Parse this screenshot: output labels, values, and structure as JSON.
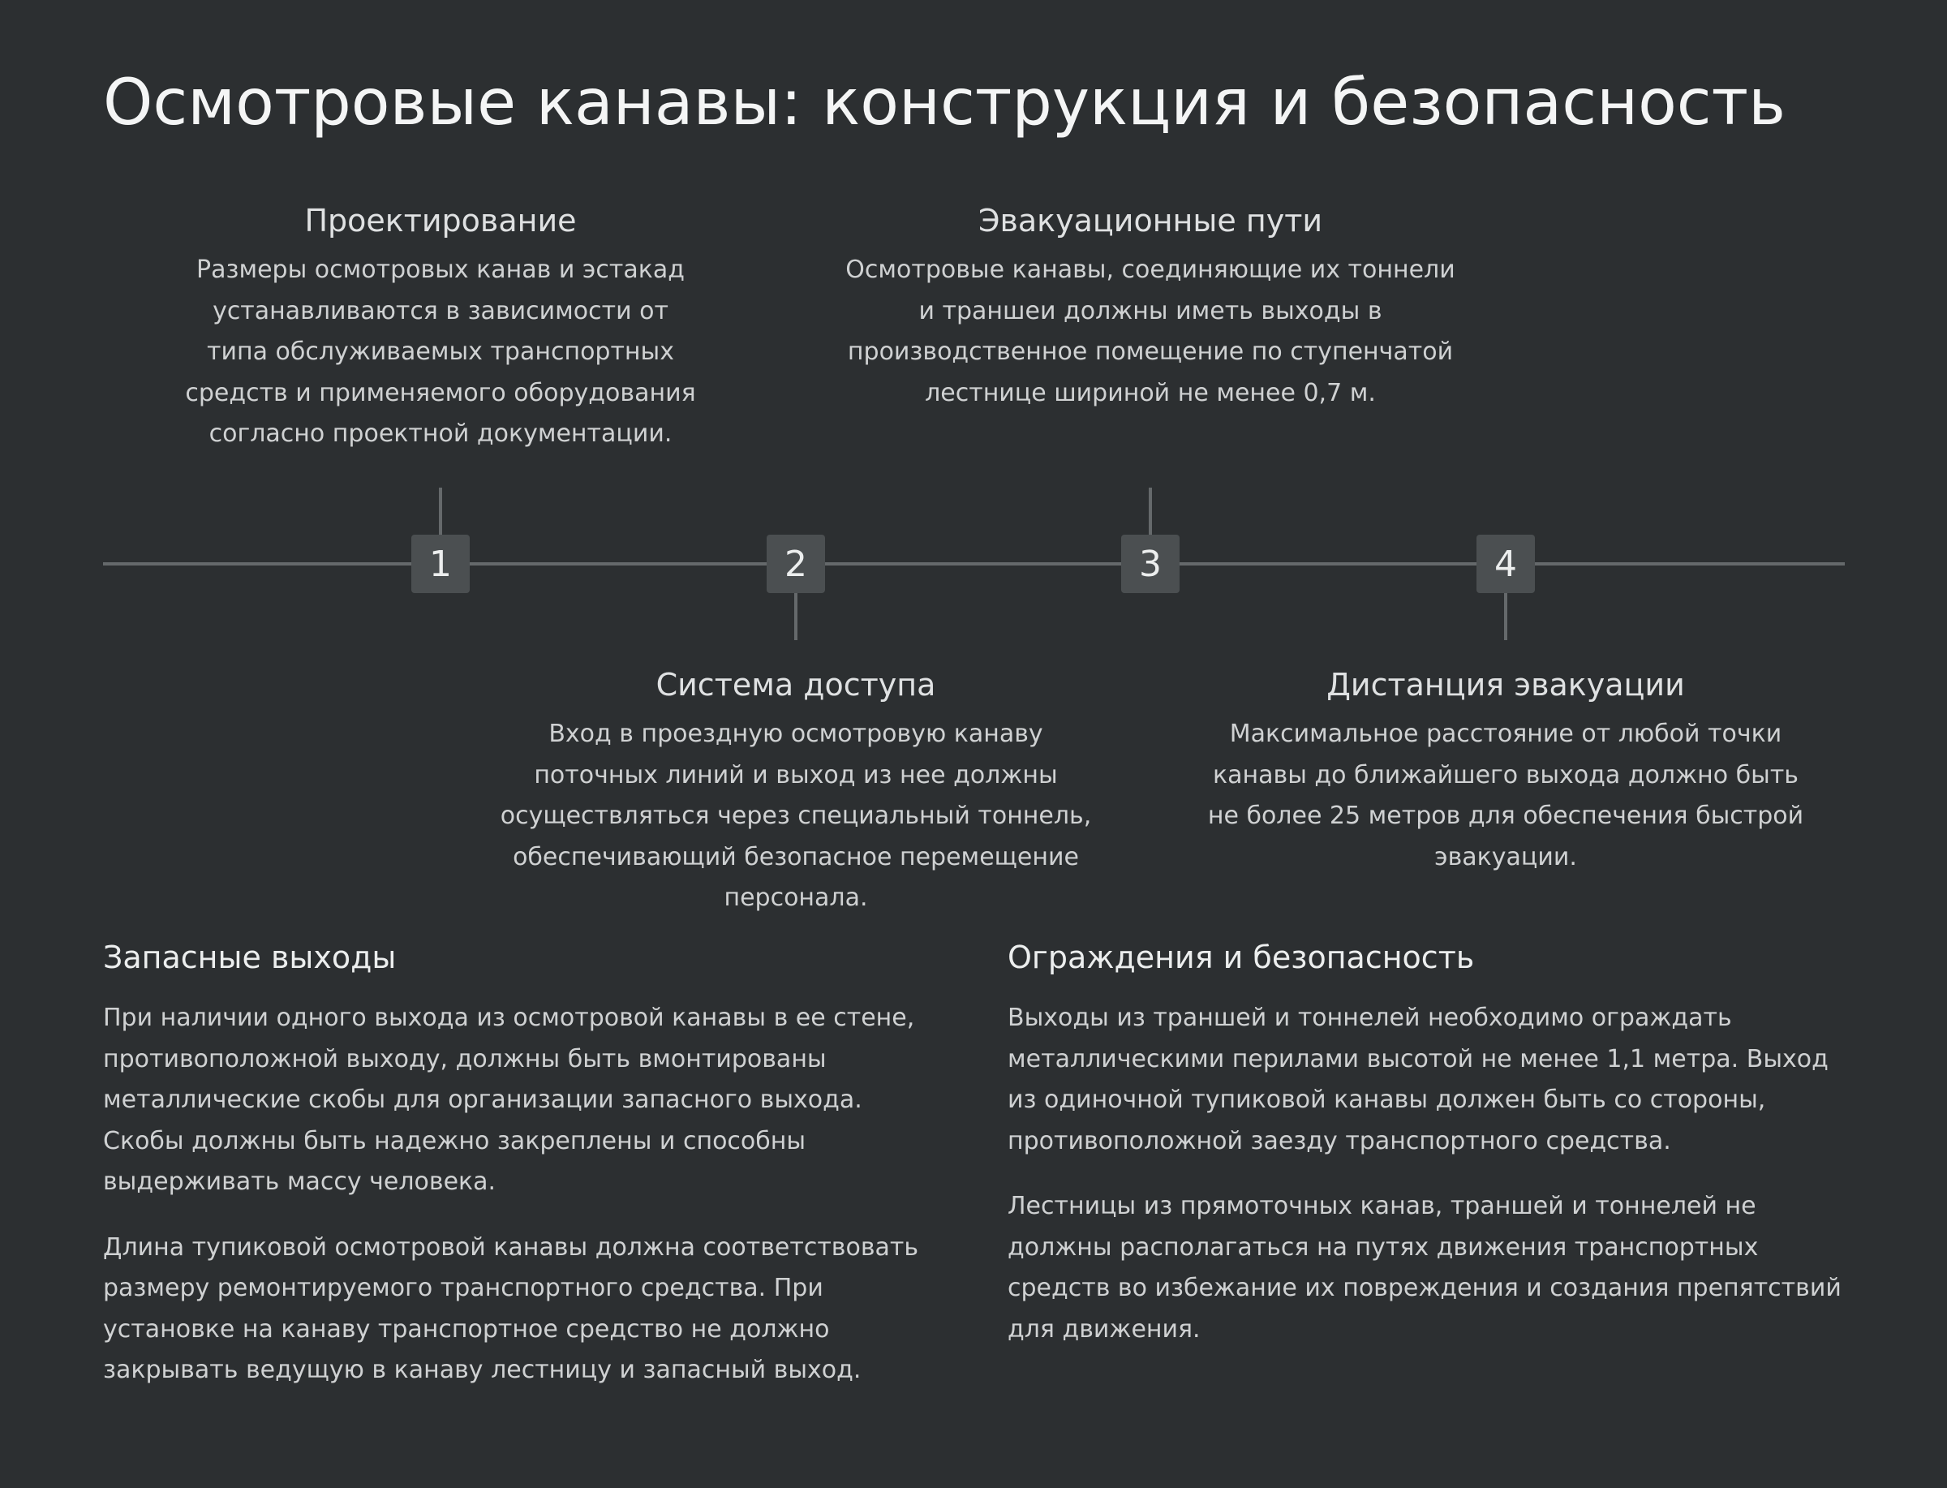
{
  "title": "Осмотровые канавы: конструкция и безопасность",
  "timeline": [
    {
      "number": "1",
      "heading": "Проектирование",
      "text": "Размеры осмотровых канав и эстакад устанавливаются в зависимости от типа обслуживаемых транспортных средств и применяемого оборудования согласно проектной документации."
    },
    {
      "number": "2",
      "heading": "Система доступа",
      "text": "Вход в проездную осмотровую канаву поточных линий и выход из нее должны осуществляться через специальный тоннель, обеспечивающий безопасное перемещение персонала."
    },
    {
      "number": "3",
      "heading": "Эвакуационные пути",
      "text": "Осмотровые канавы, соединяющие их тоннели и траншеи должны иметь выходы в производственное помещение по ступенчатой лестнице шириной не менее 0,7 м."
    },
    {
      "number": "4",
      "heading": "Дистанция эвакуации",
      "text": "Максимальное расстояние от любой точки канавы до ближайшего выхода должно быть не более 25 метров для обеспечения быстрой эвакуации."
    }
  ],
  "sections": [
    {
      "heading": "Запасные выходы",
      "paragraphs": [
        "При наличии одного выхода из осмотровой канавы в ее стене, противоположной выходу, должны быть вмонтированы металлические скобы для организации запасного выхода. Скобы должны быть надежно закреплены и способны выдерживать массу человека.",
        "Длина тупиковой осмотровой канавы должна соответствовать размеру ремонтируемого транспортного средства. При установке на канаву транспортное средство не должно закрывать ведущую в канаву лестницу и запасный выход."
      ]
    },
    {
      "heading": "Ограждения и безопасность",
      "paragraphs": [
        "Выходы из траншей и тоннелей необходимо ограждать металлическими перилами высотой не менее 1,1 метра. Выход из одиночной тупиковой канавы должен быть со стороны, противоположной заезду транспортного средства.",
        "Лестницы из прямоточных канав, траншей и тоннелей не должны располагаться на путях движения транспортных средств во избежание их повреждения и создания препятствий для движения."
      ]
    }
  ]
}
